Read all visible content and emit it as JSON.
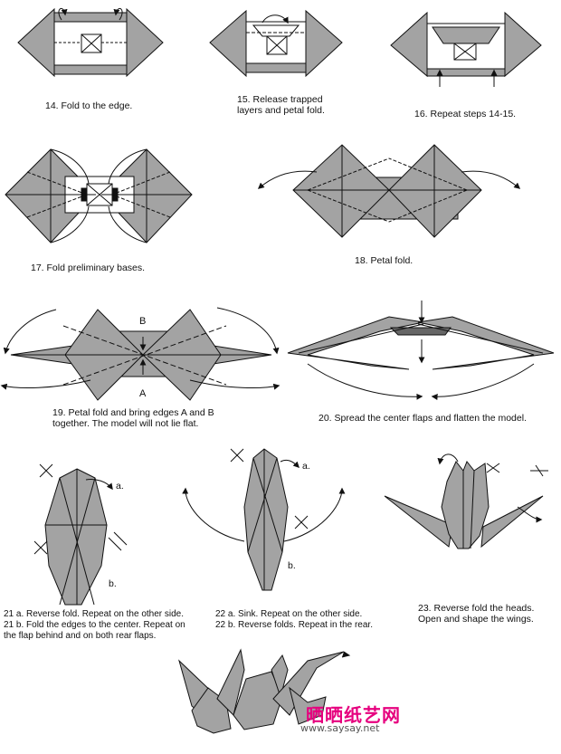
{
  "captions": {
    "step14": "14. Fold to the edge.",
    "step15": "15. Release trapped\nlayers and petal fold.",
    "step16": "16. Repeat steps 14-15.",
    "step17": "17. Fold preliminary bases.",
    "step18": "18. Petal fold.",
    "step19": "19. Petal fold and bring edges A and B\ntogether. The model will not lie flat.",
    "step20": "20. Spread the center flaps and flatten the model.",
    "step21": "21 a. Reverse fold. Repeat on the other side.\n21 b. Fold the edges to the center. Repeat on\nthe flap behind and on both rear flaps.",
    "step22": "22 a. Sink. Repeat on the other side.\n22 b. Reverse folds. Repeat in the rear.",
    "step23": "23. Reverse fold the heads.\nOpen and shape the wings."
  },
  "labels": {
    "a": "a.",
    "b": "b.",
    "A": "A",
    "B": "B"
  },
  "watermark": {
    "brand": "晒晒纸艺网",
    "url": "www.saysay.net"
  },
  "colors": {
    "paper_gray": "#a3a3a3",
    "line": "#111111",
    "watermark_red": "#e6007e"
  }
}
